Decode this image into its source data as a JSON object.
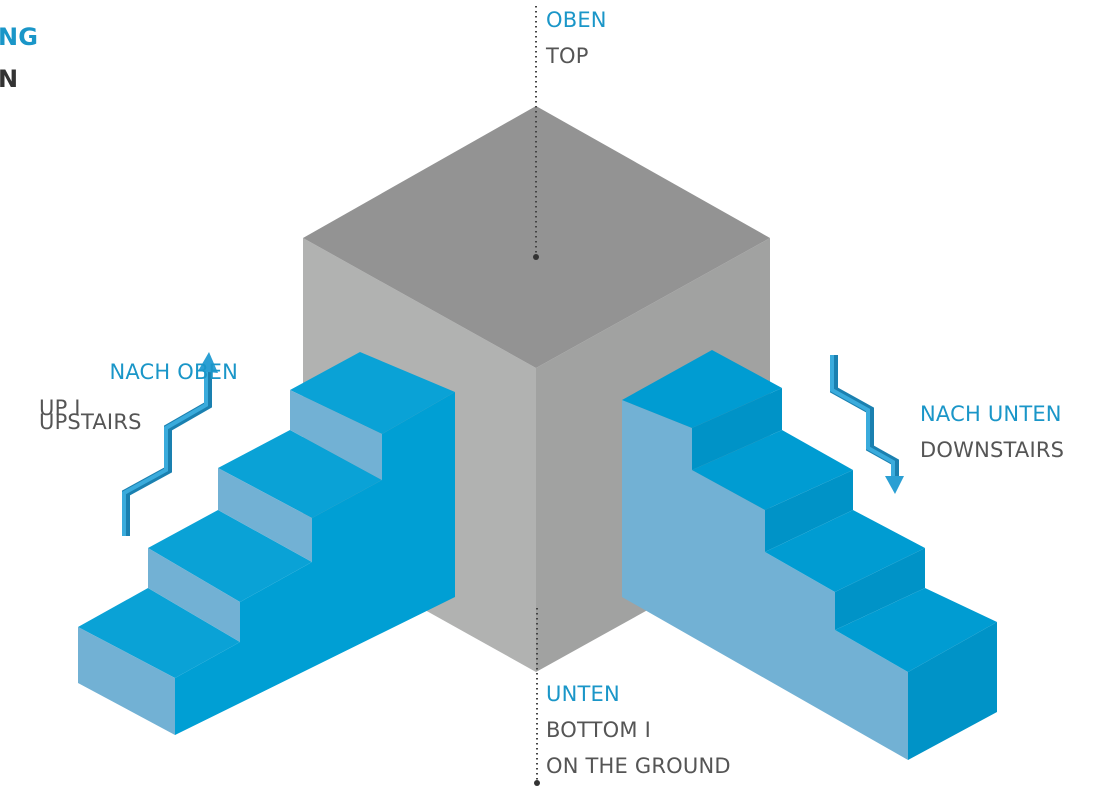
{
  "title": {
    "line1": "NG",
    "line2": "N"
  },
  "labels": {
    "top": {
      "de": "OBEN",
      "en": "TOP"
    },
    "bottom": {
      "de": "UNTEN",
      "en1": "BOTTOM I",
      "en2": "ON THE GROUND"
    },
    "up": {
      "de": "NACH OBEN",
      "en1": "UP I",
      "en2": "UPSTAIRS"
    },
    "down": {
      "de": "NACH UNTEN",
      "en": "DOWNSTAIRS"
    }
  },
  "colors": {
    "accent_blue": "#1a96c8",
    "cube_top": "#939393",
    "cube_left": "#b1b2b1",
    "cube_right": "#a1a2a1",
    "stair_top": "#009cd2",
    "stair_dark": "#0095c9",
    "stair_light": "#72b1d4",
    "text_gray": "#555555"
  },
  "icons": [
    "arrow-up-icon",
    "arrow-down-icon"
  ]
}
